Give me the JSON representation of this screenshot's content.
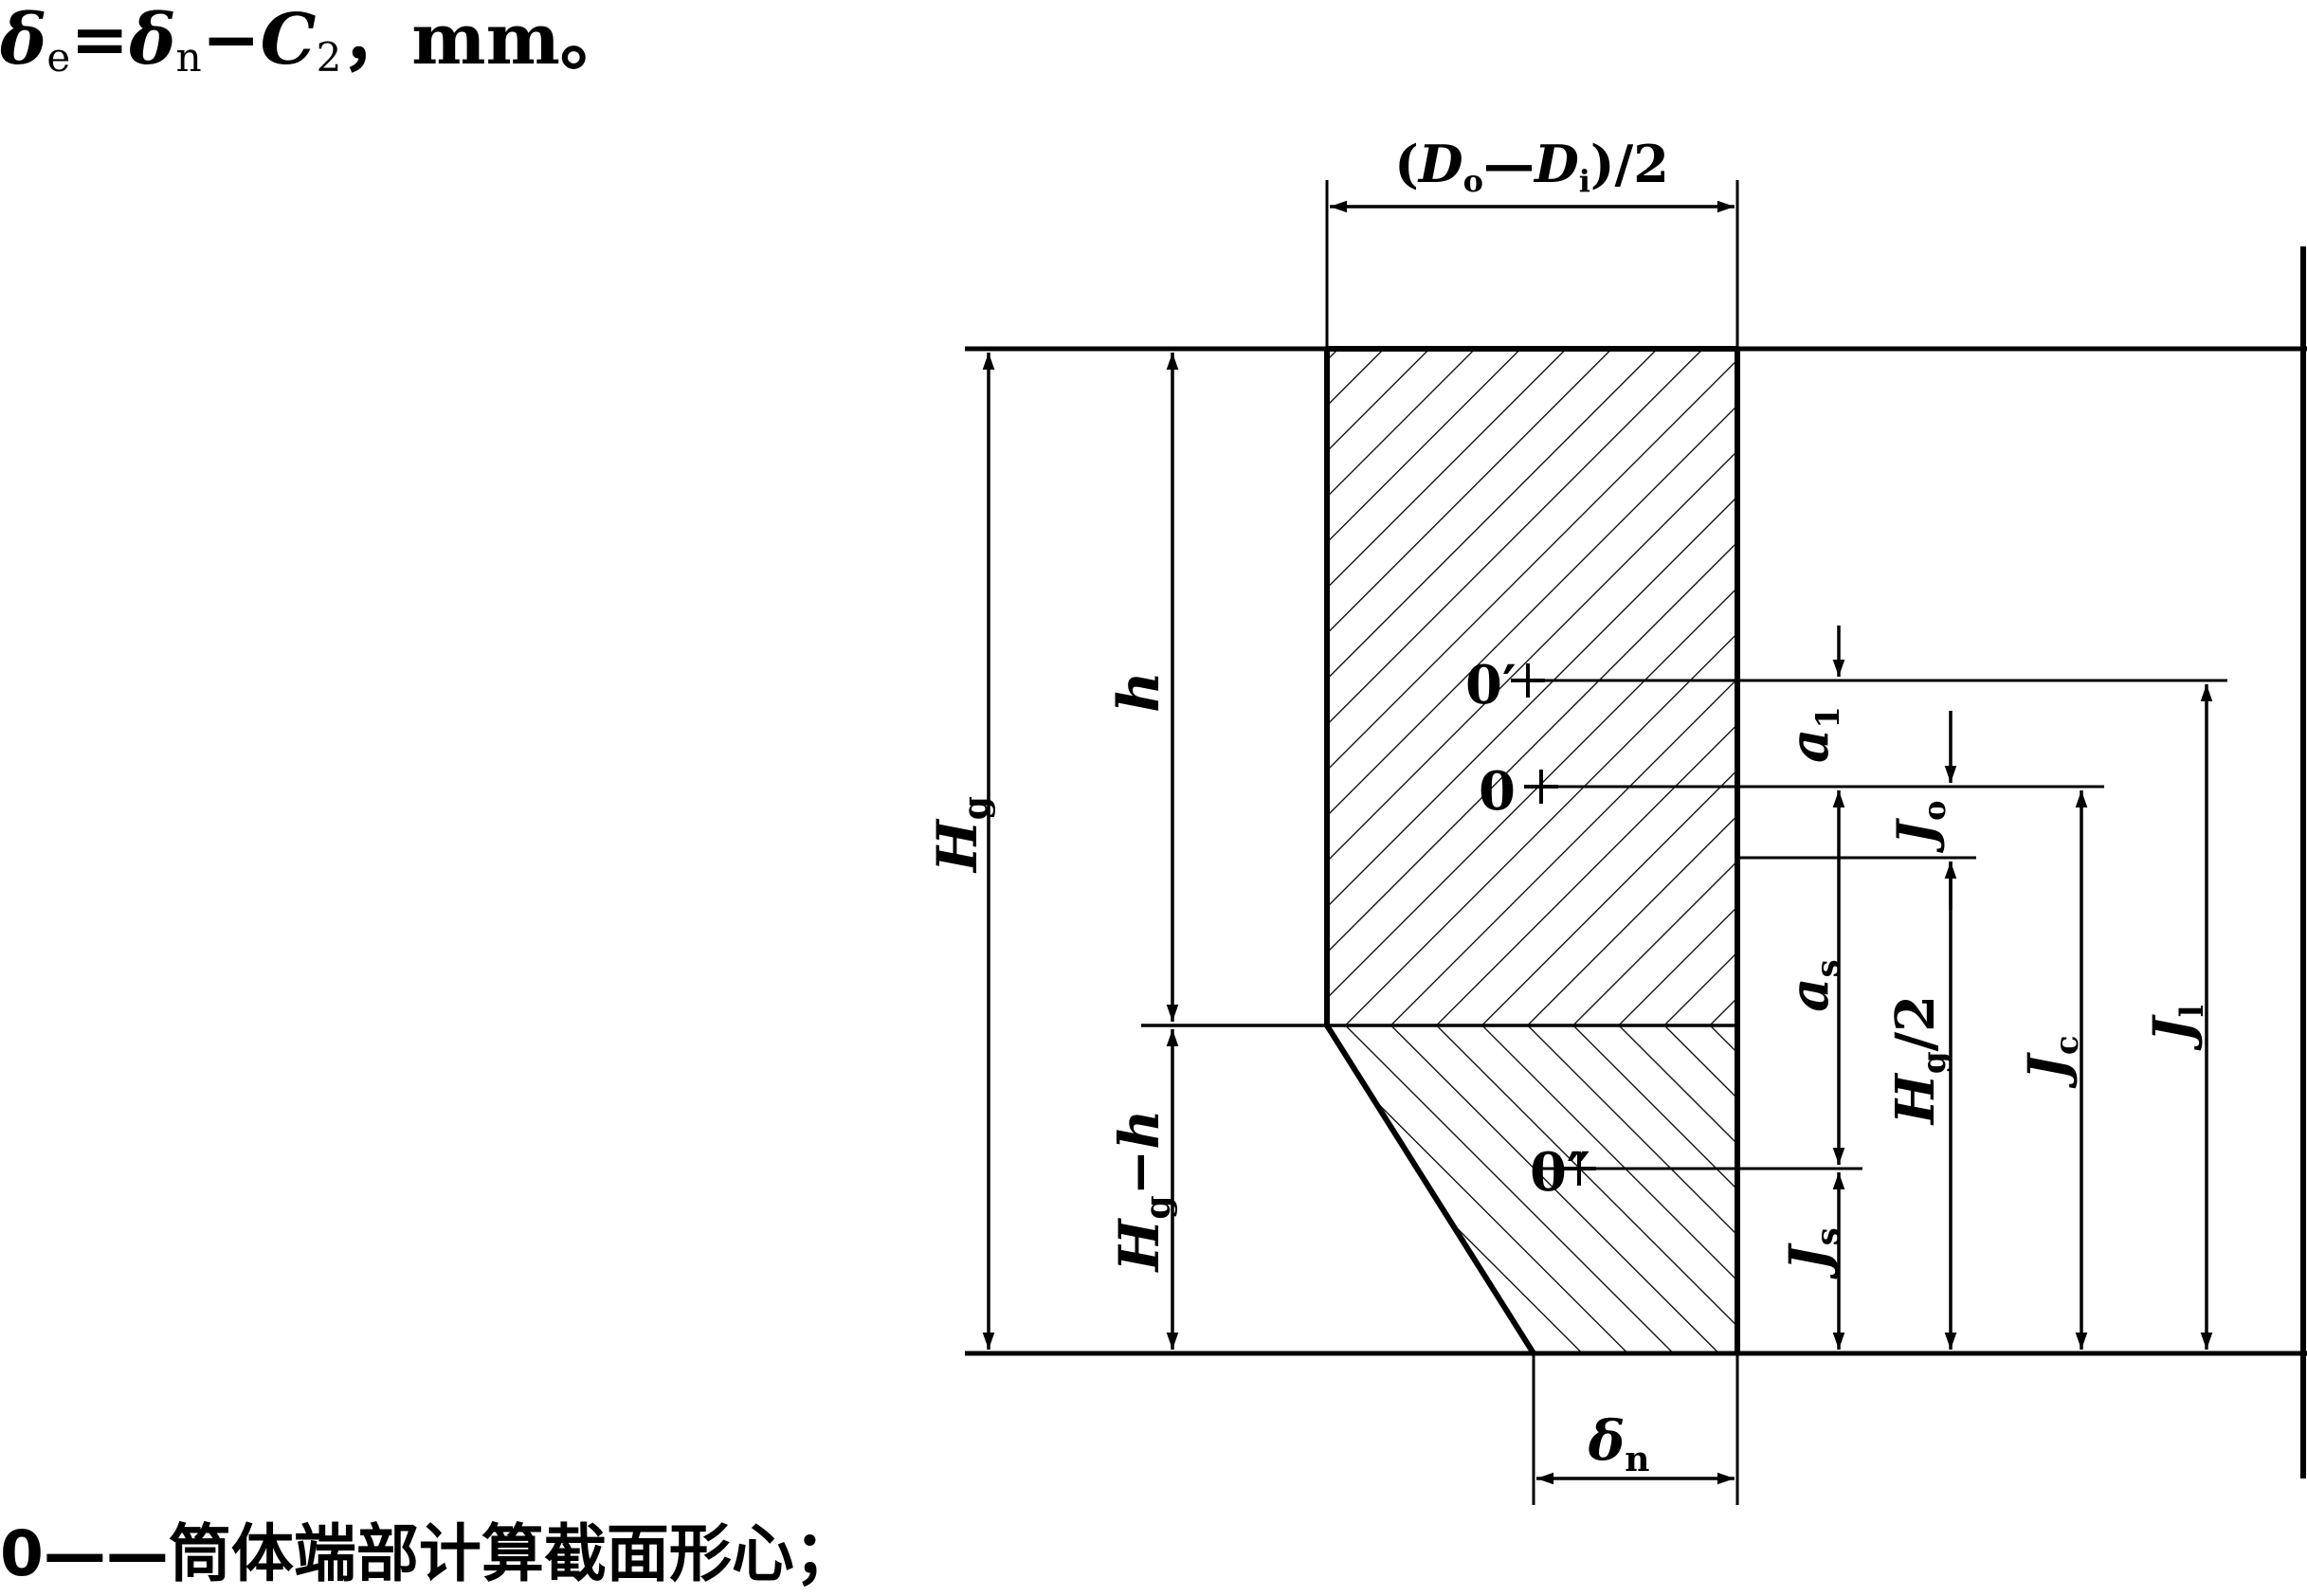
{
  "formula": {
    "delta_e": "δ",
    "sub_e": "e",
    "eq": "=",
    "delta_n": "δ",
    "sub_n": "n",
    "minus": "−",
    "C": "C",
    "sub_2": "2",
    "unit": "，mm。"
  },
  "caption": {
    "text": "0——筒体端部计算截面形心；"
  },
  "diagram": {
    "top_dim": {
      "open": "(",
      "D1": "D",
      "sub1": "o",
      "dash": "—",
      "D2": "D",
      "sub2": "i",
      "close": ")/2"
    },
    "Hg": {
      "main": "H",
      "sub": "g"
    },
    "h": "h",
    "Hg_minus_h": {
      "main": "H",
      "sub": "g",
      "rest": "−h"
    },
    "delta_n": {
      "main": "δ",
      "sub": "n"
    },
    "a1": {
      "main": "a",
      "sub": "1"
    },
    "as": {
      "main": "a",
      "sub": "s"
    },
    "Jo": {
      "main": "J",
      "sub": "o"
    },
    "Js": {
      "main": "J",
      "sub": "s"
    },
    "Hg2": {
      "main": "H",
      "sub": "g",
      "rest": "/2"
    },
    "Jc": {
      "main": "J",
      "sub": "c"
    },
    "Jl": {
      "main": "J",
      "sub": "l"
    },
    "pt_0prime": "0′",
    "pt_0": "0",
    "pt_0dprime": "0″"
  }
}
